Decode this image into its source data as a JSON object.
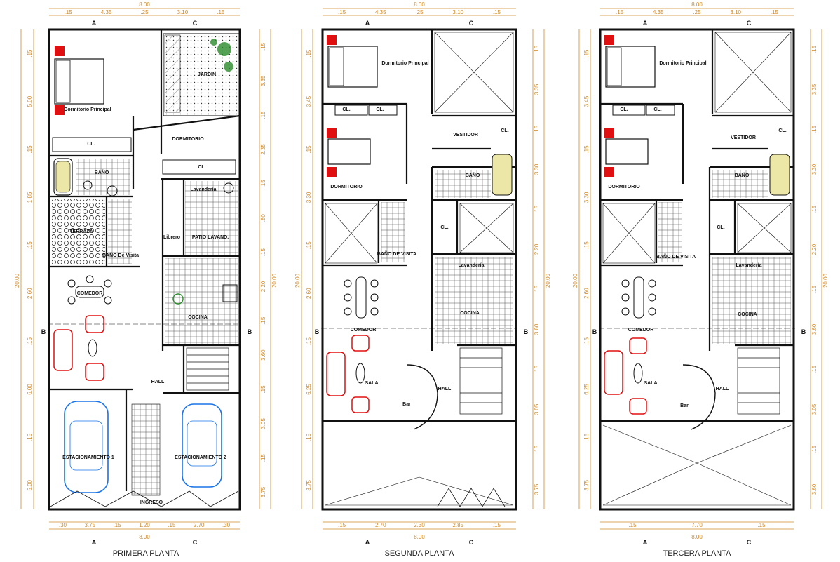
{
  "plans": [
    {
      "title": "PRIMERA PLANTA",
      "dims_top": [
        "8.00",
        ".15",
        "4.35",
        ".25",
        "3.10",
        ".15"
      ],
      "dims_bottom": [
        ".30",
        "3.75",
        ".15",
        "1.20",
        ".15",
        "2.70",
        ".30",
        "8.00"
      ],
      "dims_right": [
        ".15",
        "3.35",
        ".15",
        "2.35",
        ".15",
        ".80",
        ".15",
        "2.20",
        ".15",
        "3.60",
        ".15",
        "3.05",
        ".15",
        "3.75",
        "20.00"
      ],
      "dims_left": [
        ".15",
        "5.00",
        ".15",
        "1.85",
        ".15",
        "2.60",
        ".15",
        "6.00",
        ".15",
        "5.00",
        "20.00"
      ],
      "rooms": [
        "Dormitorio Principal",
        "CL.",
        "DORMITORIO",
        "CL.",
        "BAÑO",
        "TERRAZA",
        "BAÑO De Visita",
        "JARDIN",
        "Lavandería",
        "PATIO LAVAND.",
        "Librero",
        "COMEDOR",
        "COCINA",
        "HALL",
        "ESTACIONAMIENTO 1",
        "ESTACIONAMIENTO 2",
        "INGRESO"
      ]
    },
    {
      "title": "SEGUNDA PLANTA",
      "dims_top": [
        "8.00",
        ".15",
        "4.35",
        ".25",
        "3.10",
        ".15"
      ],
      "dims_bottom": [
        ".15",
        "2.70",
        "2.30",
        "2.85",
        ".15",
        "8.00"
      ],
      "dims_right": [
        ".15",
        "3.35",
        ".15",
        "3.30",
        ".15",
        "2.20",
        ".15",
        "3.60",
        ".15",
        "3.05",
        ".15",
        "3.75",
        "20.00"
      ],
      "dims_left": [
        ".15",
        "3.45",
        ".15",
        "3.30",
        ".15",
        "2.60",
        ".15",
        "6.25",
        ".15",
        "3.75",
        "20.00"
      ],
      "rooms": [
        "Dormitorio Principal",
        "CL.",
        "CL.",
        "VESTIDOR",
        "CL.",
        "DORMITORIO",
        "BAÑO",
        "CL.",
        "BAÑO DE VISITA",
        "Lavandería",
        "COMEDOR",
        "COCINA",
        "SALA",
        "HALL",
        "Bar"
      ]
    },
    {
      "title": "TERCERA PLANTA",
      "dims_top": [
        "8.00",
        ".15",
        "4.35",
        ".25",
        "3.10",
        ".15"
      ],
      "dims_bottom": [
        ".15",
        "7.70",
        ".15",
        "8.00"
      ],
      "dims_right": [
        ".15",
        "3.35",
        ".15",
        "3.30",
        ".15",
        "2.20",
        ".15",
        "3.60",
        ".15",
        "3.05",
        ".15",
        "3.60",
        "20.00"
      ],
      "dims_left": [
        ".15",
        "3.45",
        ".15",
        "3.30",
        ".15",
        "2.60",
        ".15",
        "6.25",
        ".15",
        "3.75",
        "20.00"
      ],
      "rooms": [
        "Dormitorio Principal",
        "CL.",
        "CL.",
        "VESTIDOR",
        "CL.",
        "DORMITORIO",
        "BAÑO",
        "CL.",
        "BAÑO DE VISITA",
        "Lavandería",
        "COMEDOR",
        "COCINA",
        "SALA",
        "HALL",
        "Bar"
      ]
    }
  ],
  "axis_labels": {
    "a": "A",
    "b": "B",
    "c": "C"
  },
  "colors": {
    "wall": "#111111",
    "dimension": "#d08a2a",
    "furniture_red": "#e01010",
    "car_blue": "#1a73e8",
    "garden_green": "#2a8a2a"
  }
}
